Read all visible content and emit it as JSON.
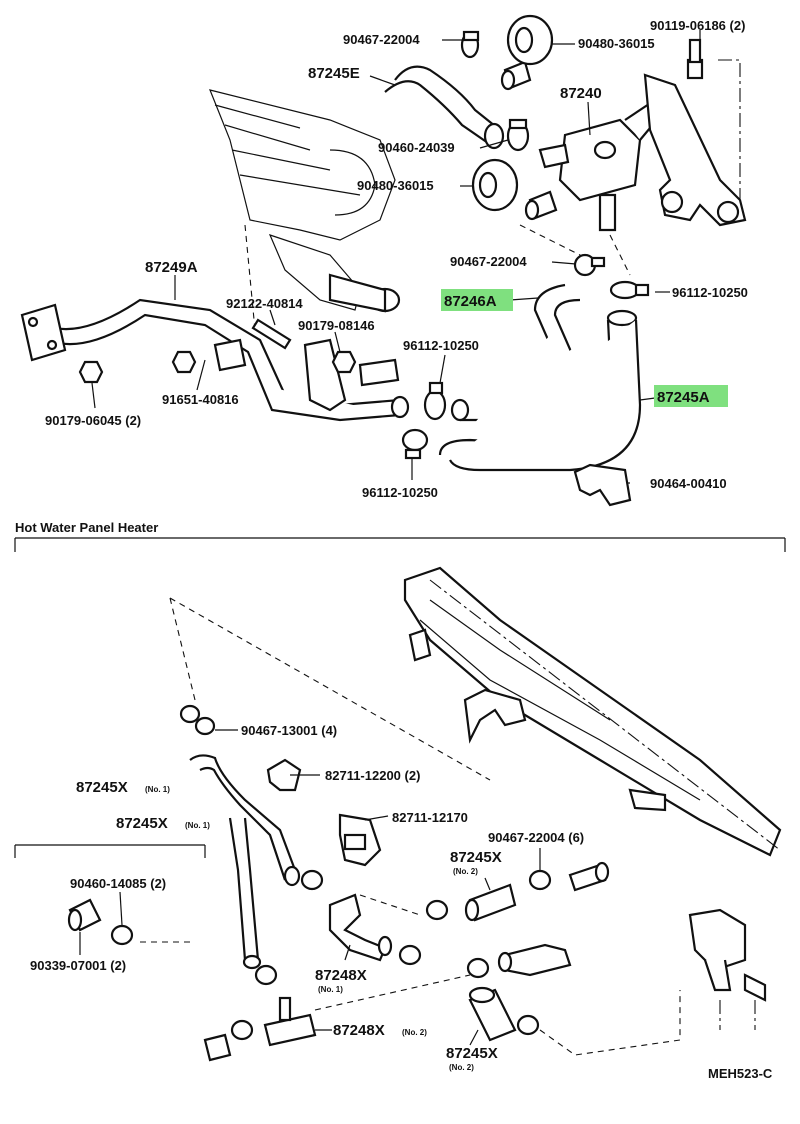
{
  "section_title": "Hot Water Panel Heater",
  "diagram_code": "MEH523-C",
  "colors": {
    "highlight": "#7fe07f",
    "ink": "#111111"
  },
  "parts": {
    "p_90467_22004_top": "90467-22004",
    "p_90480_36015_top": "90480-36015",
    "p_90119_06186": "90119-06186 (2)",
    "p_87245E": "87245E",
    "p_87240": "87240",
    "p_90460_24039": "90460-24039",
    "p_90480_36015_mid": "90480-36015",
    "p_87249A": "87249A",
    "p_90467_22004_mid": "90467-22004",
    "p_87246A": "87246A",
    "p_96112_10250_right": "96112-10250",
    "p_92122_40814": "92122-40814",
    "p_90179_08146": "90179-08146",
    "p_96112_10250_mid": "96112-10250",
    "p_87245A": "87245A",
    "p_91651_40816": "91651-40816",
    "p_90179_06045": "90179-06045 (2)",
    "p_90464_00410": "90464-00410",
    "p_96112_10250_bottom": "96112-10250",
    "p_90467_13001": "90467-13001 (4)",
    "p_87245X_a": "87245X",
    "p_87245X_a_sub": "(No. 1)",
    "p_82711_12200": "82711-12200 (2)",
    "p_87245X_b": "87245X",
    "p_87245X_b_sub": "(No. 1)",
    "p_82711_12170": "82711-12170",
    "p_90467_22004_low": "90467-22004 (6)",
    "p_87245X_c": "87245X",
    "p_87245X_c_sub": "(No. 2)",
    "p_90460_14085": "90460-14085 (2)",
    "p_90339_07001": "90339-07001 (2)",
    "p_87248X_a": "87248X",
    "p_87248X_a_sub": "(No. 1)",
    "p_87248X_b": "87248X",
    "p_87248X_b_sub": "(No. 2)",
    "p_87245X_d": "87245X",
    "p_87245X_d_sub": "(No. 2)"
  }
}
